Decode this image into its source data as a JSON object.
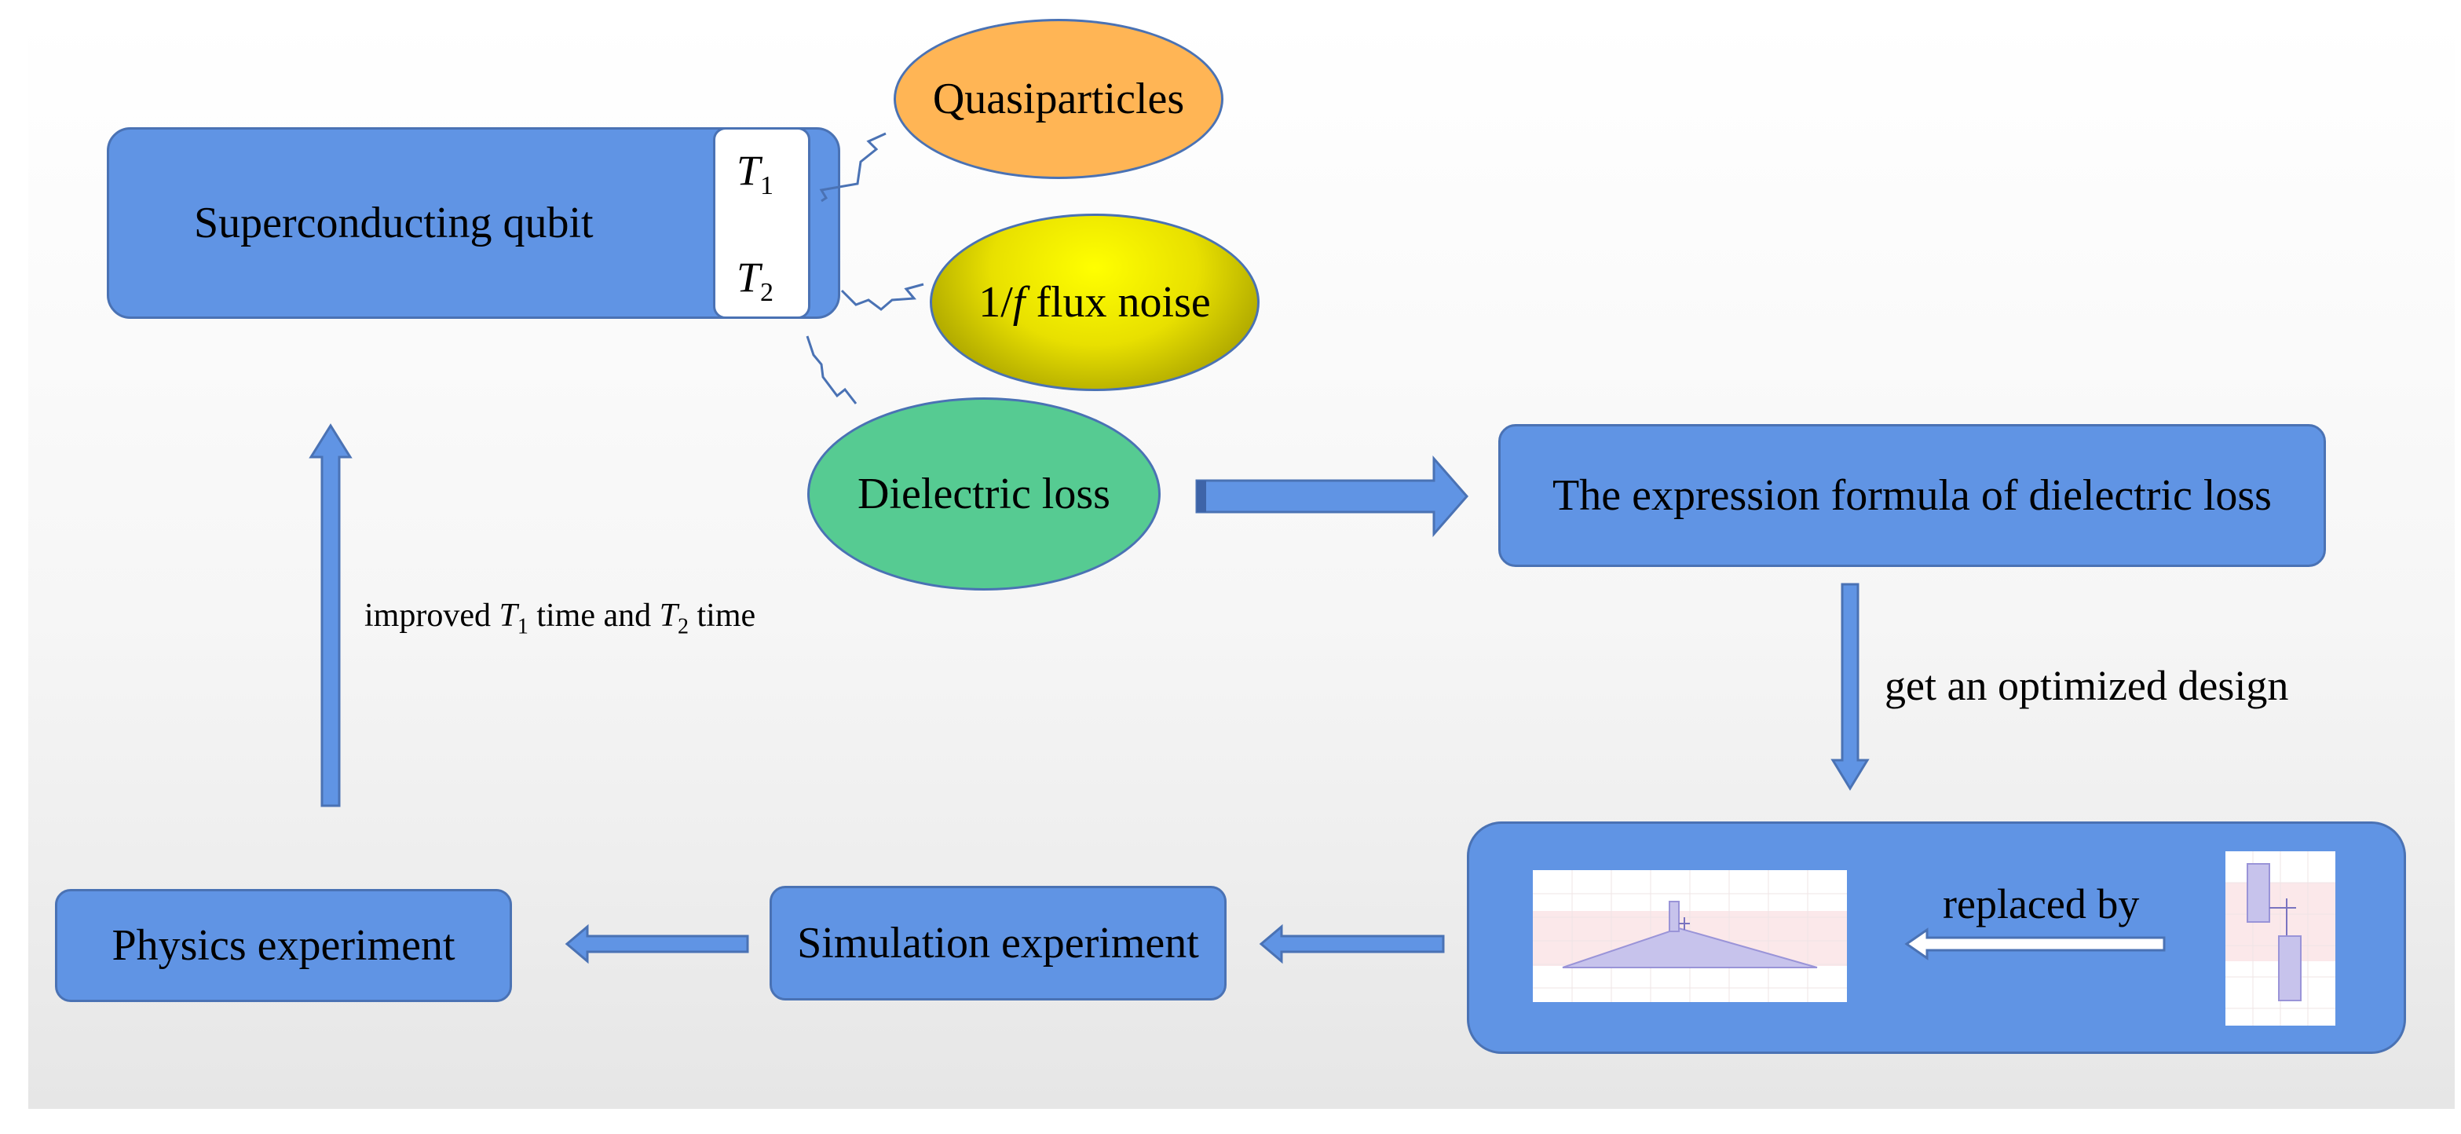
{
  "nodes": {
    "qubit": "Superconducting qubit",
    "t1": "T",
    "t1_sub": "1",
    "t2": "T",
    "t2_sub": "2",
    "quasiparticles": "Quasiparticles",
    "flux_noise_prefix": "1/",
    "flux_noise_var": "f",
    "flux_noise_suffix": " flux noise",
    "dielectric_loss": "Dielectric loss",
    "expression_formula": "The expression formula of dielectric loss",
    "simulation": "Simulation experiment",
    "physics": "Physics experiment"
  },
  "edge_labels": {
    "optimized": "get an optimized design",
    "replaced_by": "replaced by",
    "improved_prefix": "improved ",
    "improved_t1": "T",
    "improved_t1_sub": "1",
    "improved_mid": " time and ",
    "improved_t2": "T",
    "improved_t2_sub": "2",
    "improved_suffix": " time"
  },
  "colors": {
    "box_fill": "#6094e4",
    "box_border": "#4a72b4",
    "quasiparticles": "#ffb555",
    "flux_noise": "#e8e000",
    "dielectric_loss": "#56cb92"
  }
}
